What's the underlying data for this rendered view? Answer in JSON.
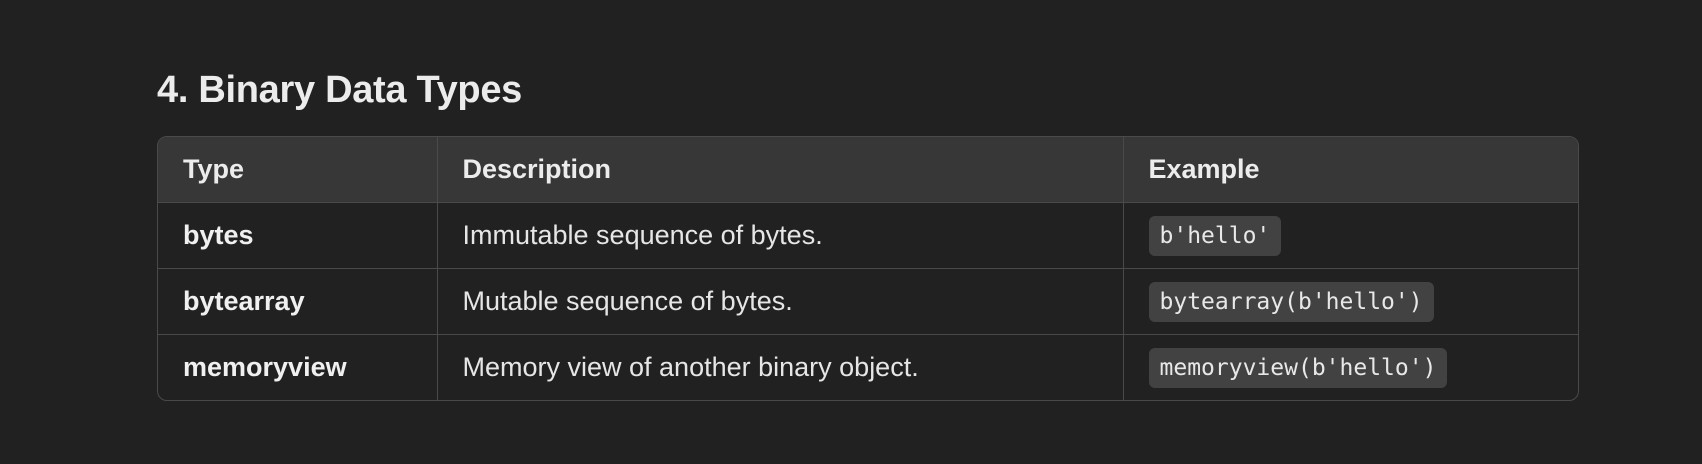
{
  "section": {
    "heading": "4. Binary Data Types"
  },
  "table": {
    "headers": {
      "type": "Type",
      "description": "Description",
      "example": "Example"
    },
    "rows": [
      {
        "type": "bytes",
        "description": "Immutable sequence of bytes.",
        "example": "b'hello'"
      },
      {
        "type": "bytearray",
        "description": "Mutable sequence of bytes.",
        "example": "bytearray(b'hello')"
      },
      {
        "type": "memoryview",
        "description": "Memory view of another binary object.",
        "example": "memoryview(b'hello')"
      }
    ]
  }
}
